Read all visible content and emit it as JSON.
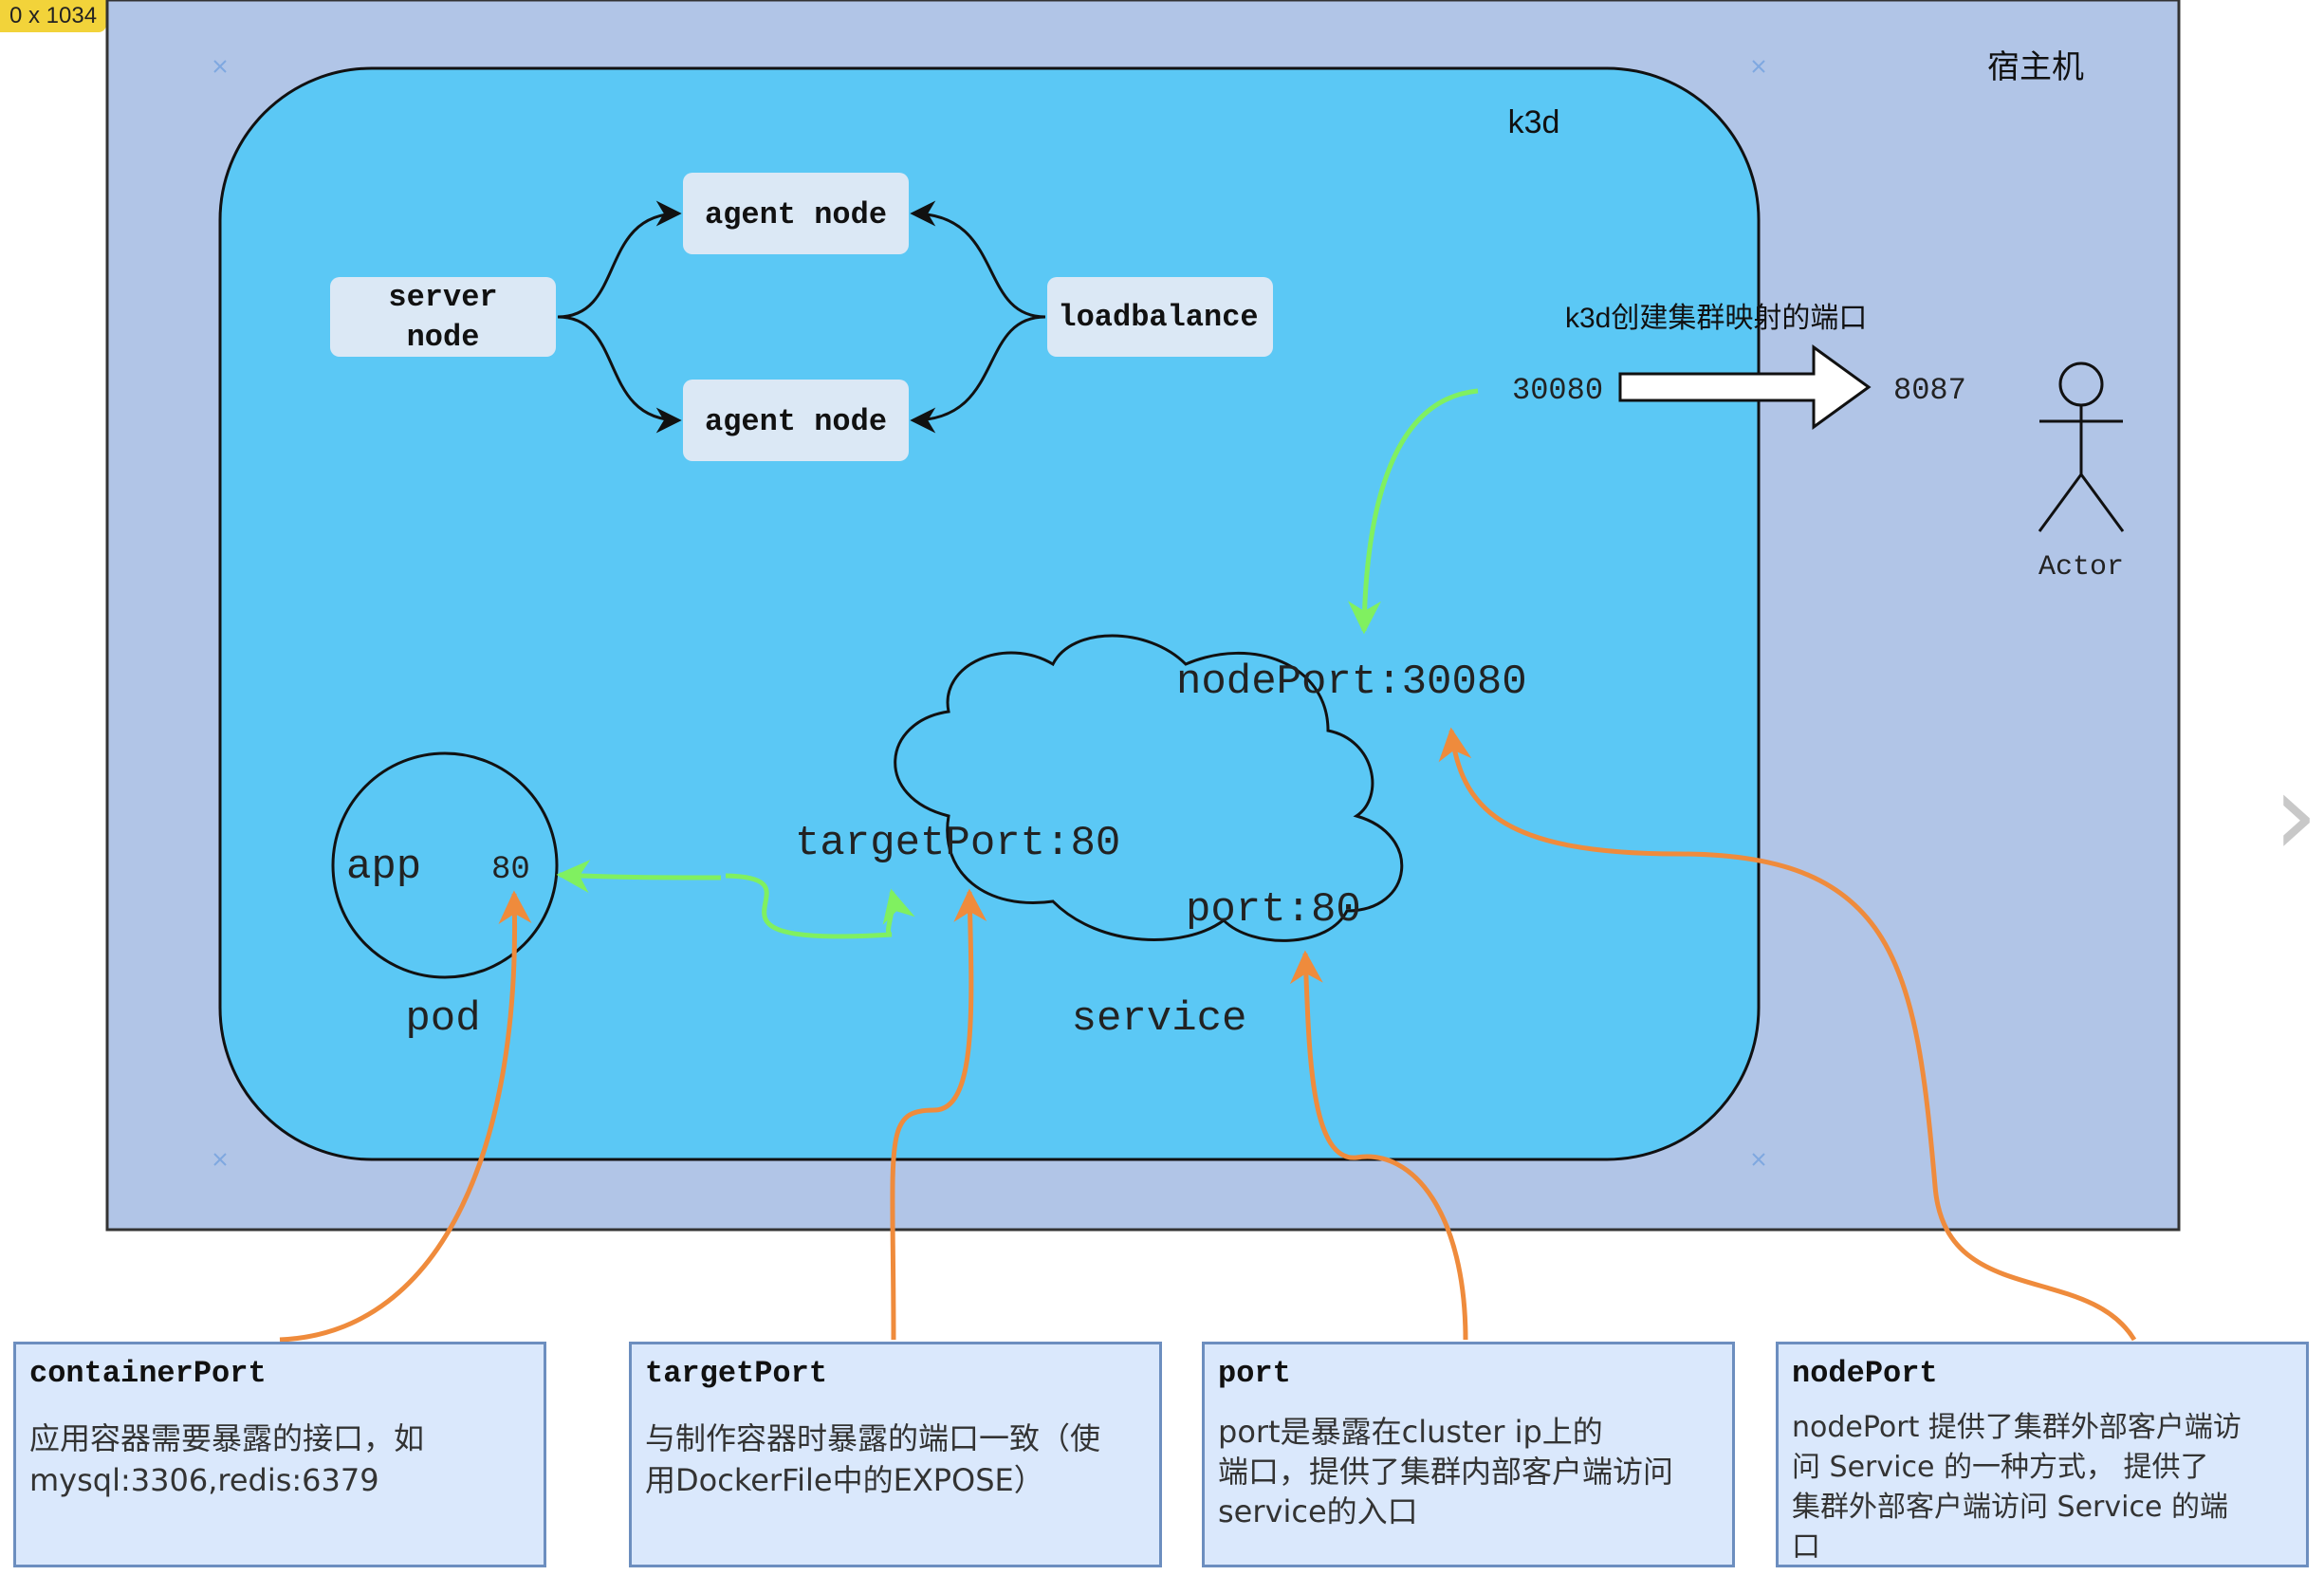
{
  "badge": "0 x 1034",
  "host": {
    "label": "宿主机"
  },
  "cluster": {
    "label": "k3d"
  },
  "nodes": {
    "server_line1": "server",
    "server_line2": "node",
    "agent_top": "agent node",
    "agent_bottom": "agent node",
    "loadbalance": "loadbalance"
  },
  "port_mapping": {
    "caption": "k3d创建集群映射的端口",
    "cluster_port": "30080",
    "host_port": "8087"
  },
  "actor": {
    "label": "Actor"
  },
  "pod": {
    "app": "app",
    "port": "80",
    "label": "pod"
  },
  "service": {
    "node_port": "nodePort:30080",
    "target_port": "targetPort:80",
    "port": "port:80",
    "label": "service"
  },
  "notes": [
    {
      "title": "containerPort",
      "body": "应用容器需要暴露的接口，如\nmysql:3306,redis:6379"
    },
    {
      "title": "targetPort",
      "body": "与制作容器时暴露的端口一致（使\n用DockerFile中的EXPOSE）"
    },
    {
      "title": "port",
      "body": "port是暴露在cluster ip上的\n端口，提供了集群内部客户端访问\nservice的入口"
    },
    {
      "title": "nodePort",
      "body": "nodePort 提供了集群外部客户端访\n问 Service 的一种方式， 提供了\n集群外部客户端访问 Service 的端\n口"
    }
  ],
  "colors": {
    "host_fill": "#b1c5e7",
    "cluster_fill": "#5bc8f5",
    "node_fill": "#dbe8f5",
    "note_fill": "#dae8fc",
    "green_arrow": "#80f060",
    "orange_arrow": "#ef8b3c"
  }
}
